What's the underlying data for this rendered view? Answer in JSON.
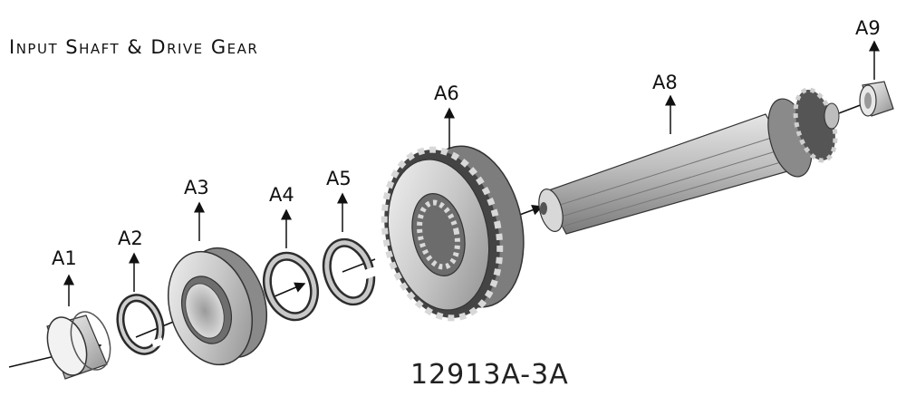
{
  "title": "Input Shaft & Drive Gear",
  "part_number": "12913A-3A",
  "callouts": {
    "a1": "A1",
    "a2": "A2",
    "a3": "A3",
    "a4": "A4",
    "a5": "A5",
    "a6": "A6",
    "a8": "A8",
    "a9": "A9"
  }
}
